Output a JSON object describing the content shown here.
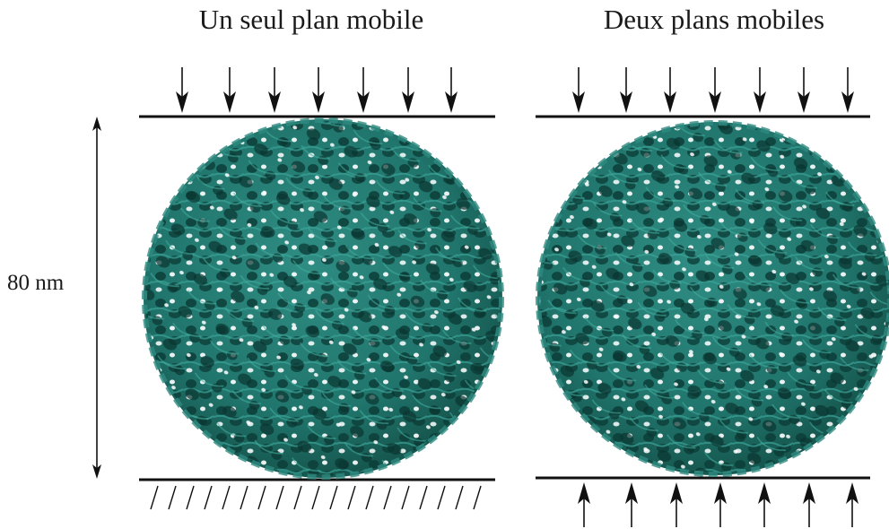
{
  "panels": {
    "left": {
      "title": "Un seul plan mobile"
    },
    "right": {
      "title": "Deux plans mobiles"
    }
  },
  "dimension": {
    "label": "80 nm"
  },
  "colors": {
    "particle": "#2e8a80",
    "particle_dark": "#0f4a44",
    "lines": "#111111",
    "background": "#ffffff"
  }
}
